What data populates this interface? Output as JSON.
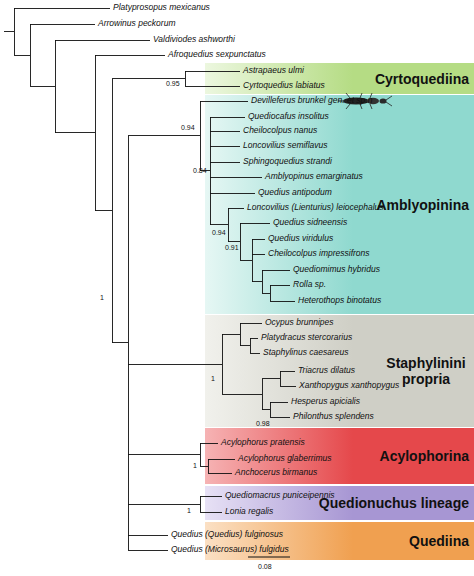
{
  "diagram": {
    "nodes": [
      {
        "text": [
          "Cyrtoquediina"
        ]
      },
      {
        "text": [
          "Amblyopinina"
        ]
      },
      {
        "text": [
          "Staphylinini propria"
        ]
      },
      {
        "text": [
          "Acylophorina"
        ]
      },
      {
        "text": [
          "Quedionuchus lineage"
        ]
      },
      {
        "text": [
          "Quediina"
        ]
      }
    ],
    "labels": [
      "Platyprosopus mexicanus",
      "Arrowinus peckorum",
      "Valdiviodes ashworthi",
      "Afroquedius sexpunctatus",
      "Astrapaeus ulmi",
      "Cyrtoquedius labiatus",
      "Devilleferus brunkel gen. et sp.n",
      "Quediocafus insolitus",
      "Cheilocolpus nanus",
      "Loncovilius semiflavus",
      "Sphingoquedius strandi",
      "Amblyopinus emarginatus",
      "Quedius antipodum",
      "Loncovilius (Lienturius) leiocephalus",
      "Quedius sidneensis",
      "Quedius viridulus",
      "Cheilocolpus impressifrons",
      "Quediomimus hybridus",
      "Rolla sp.",
      "Heterothops binotatus",
      "Ocypus brunnipes",
      "Platydracus stercorarius",
      "Staphylinus caesareus",
      "Triacrus dilatus",
      "Xanthopygus xanthopygus",
      "Hesperus apicialis",
      "Philonthus splendens",
      "Acylophorus pratensis",
      "Acylophorus glaberrimus",
      "Anchocerus birmanus",
      "Quediomacrus puniceipennis",
      "Lonia regalis",
      "Quedius (Quedius) fulginosus",
      "Quedius (Microsaurus) fulgidus",
      "1",
      "0.95",
      "0.94",
      "0.84",
      "0.94",
      "0.91",
      "1",
      "0.98",
      "1",
      "1",
      "0.08"
    ]
  }
}
